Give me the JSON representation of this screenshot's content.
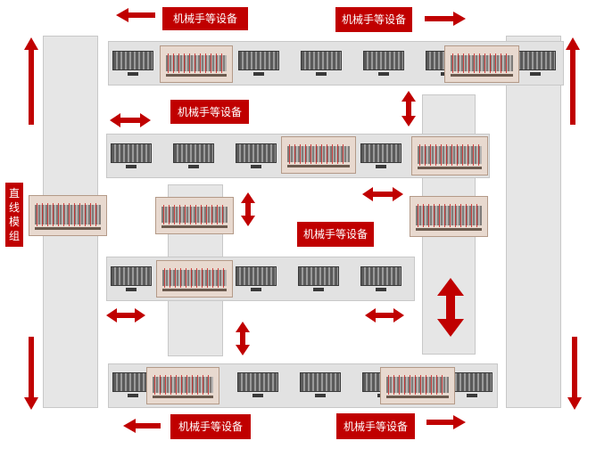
{
  "labels": {
    "top_left": "机械手等设备",
    "top_right": "机械手等设备",
    "row2": "机械手等设备",
    "middle": "机械手等设备",
    "bottom_left": "机械手等设备",
    "bottom_right": "机械手等设备",
    "side": [
      "直",
      "线",
      "模",
      "组"
    ]
  },
  "colors": {
    "accent": "#c00000",
    "rail": "#e2e2e2",
    "carrier": "#e8d9cf"
  }
}
